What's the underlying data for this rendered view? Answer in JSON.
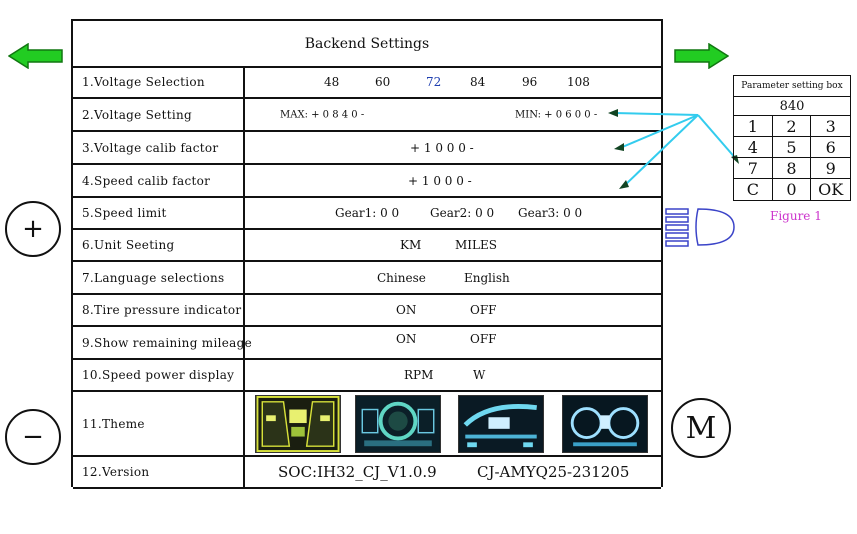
{
  "title": "Backend Settings",
  "rows": [
    {
      "label": "1.Voltage  Selection",
      "values": [
        "48",
        "60",
        "72",
        "84",
        "96",
        "108"
      ]
    },
    {
      "label": "2.Voltage  Setting",
      "max": "MAX: + 0 8  4 0 -",
      "min": "MIN: + 0 6 0 0 -"
    },
    {
      "label": "3.Voltage  calib factor",
      "value": "+ 1 0 0 0 -"
    },
    {
      "label": "4.Speed calib factor",
      "value": "+ 1 0 0 0 -"
    },
    {
      "label": "5.Speed limit",
      "gears": [
        "Gear1: 0 0",
        "Gear2: 0 0",
        "Gear3: 0 0"
      ]
    },
    {
      "label": "6.Unit Seeting",
      "options": [
        "KM",
        "MILES"
      ]
    },
    {
      "label": "7.Language selections",
      "options": [
        "Chinese",
        "English"
      ]
    },
    {
      "label": "8.Tire pressure indicator",
      "options": [
        "ON",
        "OFF"
      ]
    },
    {
      "label": "9.Show remaining mileage",
      "options": [
        "ON",
        "OFF"
      ]
    },
    {
      "label": "10.Speed power display",
      "options": [
        "RPM",
        "W"
      ]
    },
    {
      "label": "11.Theme",
      "themes": [
        "theme-1-yellow-dashboard",
        "theme-2-gauge-dashboard",
        "theme-3-bar-dashboard",
        "theme-4-dual-gauge-dashboard"
      ]
    },
    {
      "label": "12.Version",
      "soc": "SOC:IH32_CJ_V1.0.9",
      "build": "CJ-AMYQ25-231205"
    }
  ],
  "buttons": {
    "plus": "+",
    "minus": "−",
    "mode": "M"
  },
  "param_box": {
    "header": "Parameter setting box",
    "display": "840",
    "keys": [
      "1",
      "2",
      "3",
      "4",
      "5",
      "6",
      "7",
      "8",
      "9",
      "C",
      "0",
      "OK"
    ]
  },
  "figure_caption": "Figure 1",
  "colors": {
    "arrow_green": "#22cc22",
    "pointer_cyan": "#33ccee",
    "caption_magenta": "#cc33cc",
    "selected_blue": "#1f3fb0"
  }
}
